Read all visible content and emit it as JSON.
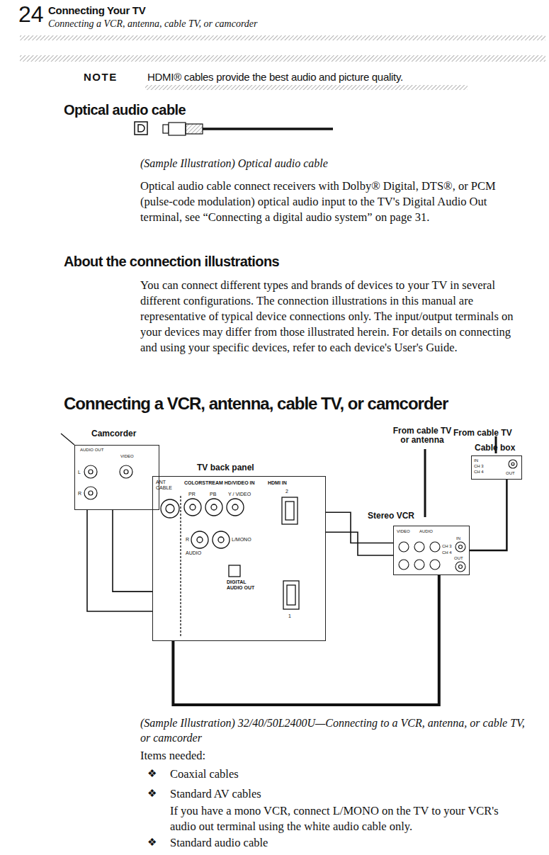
{
  "diagram": {
    "title": "Connecting a VCR, antenna, cable TV, or camcorder",
    "caption": "(Sample Illustration) 32/40/50L2400U—Connecting to a VCR, antenna, or cable TV, or camcorder",
    "nodes": [
      {
        "text": [
          "Camcorder"
        ]
      },
      {
        "text": [
          "TV back panel"
        ]
      },
      {
        "text": [
          "Stereo VCR"
        ]
      },
      {
        "text": [
          "Cable box"
        ]
      }
    ],
    "edges": [
      {
        "from": 0,
        "to": 1,
        "arrow": "none"
      },
      {
        "from": 0,
        "to": 1,
        "arrow": "none"
      },
      {
        "from": 2,
        "to": 1,
        "arrow": "none"
      },
      {
        "from": 2,
        "to": 1,
        "arrow": "none"
      },
      {
        "from": 3,
        "to": 2,
        "arrow": "none"
      },
      {
        "from": 2,
        "to": 1,
        "arrow": "none"
      }
    ],
    "labels": [
      "24",
      "Connecting Your TV",
      "Connecting a VCR, antenna, cable TV, or camcorder",
      "NOTE",
      "HDMI® cables provide the best audio and picture quality.",
      "Optical audio cable",
      "(Sample Illustration) Optical audio cable",
      "Optical audio cable connect receivers with Dolby® Digital, DTS®, or PCM (pulse-code modulation) optical audio input to the TV's Digital Audio Out terminal, see “Connecting a digital audio system” on page 31.",
      "About the connection illustrations",
      "You can connect different types and brands of devices to your TV in several different configurations. The connection illustrations in this manual are representative of typical device connections only. The input/output terminals on your devices may differ from those illustrated herein. For details on connecting and using your specific devices, refer to each device's User's Guide.",
      "From cable TV or antenna",
      "From cable TV",
      "ANT",
      "CABLE",
      "COLORSTREAM HD/VIDEO IN",
      "HDMI IN",
      "PR",
      "PB",
      "Y / VIDEO",
      "2",
      "R",
      "AUDIO",
      "L/MONO",
      "DIGITAL AUDIO OUT",
      "1",
      "AUDIO OUT",
      "VIDEO",
      "L",
      "R",
      "VIDEO",
      "AUDIO",
      "IN",
      "OUT",
      "CH 3",
      "CH 4",
      "IN",
      "CH 3",
      "CH 4",
      "OUT",
      "Items needed:",
      "❖",
      "Coaxial cables",
      "❖",
      "Standard AV cables",
      "If you have a mono VCR, connect L/MONO on the TV to your VCR's audio out terminal using the white audio cable only.",
      "❖",
      "Standard audio cable"
    ]
  }
}
